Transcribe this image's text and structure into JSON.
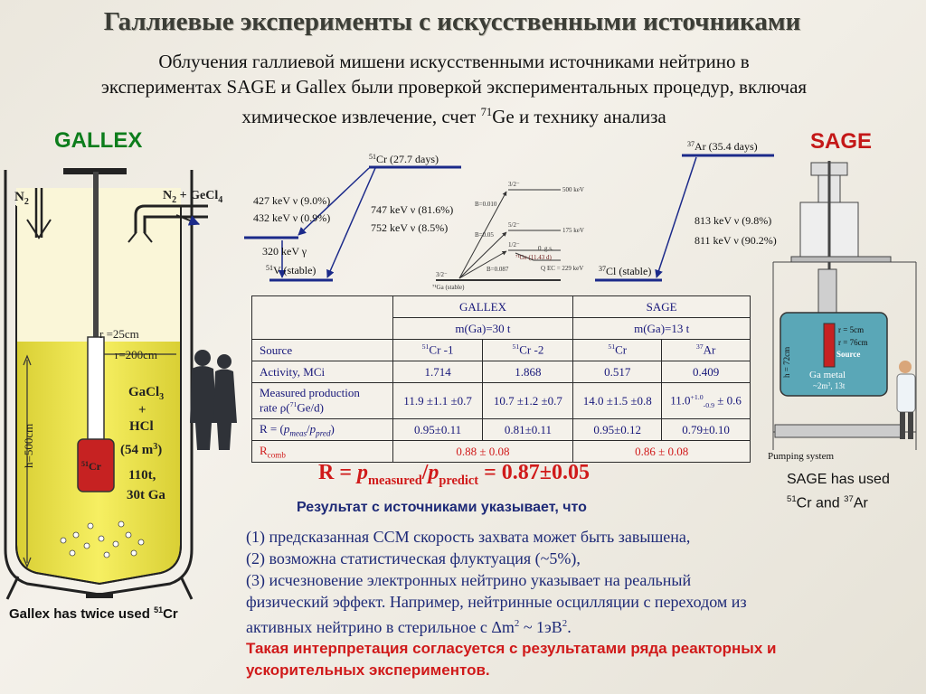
{
  "title": "Галлиевые эксперименты с искусственными источниками",
  "intro_lines": [
    "Облучения галлиевой мишени искусственными источниками нейтрино в",
    "экспериментах SAGE и Gallex были проверкой экспериментальных процедур, включая",
    "химическое извлечение, счет",
    "71",
    "Ge и технику анализа"
  ],
  "gallex_label": "GALLEX",
  "sage_label": "SAGE",
  "gallex_tank": {
    "n2": "N",
    "n2_sub": "2",
    "n2_gecl4": "N",
    "n2_gecl4_mid": "2",
    "n2_gecl4_rest": " + GeCl",
    "n2_gecl4_sub": "4",
    "r_small": "r =25cm",
    "r_big": "r=200cm",
    "height": "h=500cm",
    "contents": [
      "GaCl",
      "3",
      "+",
      "HCl",
      "(54 m",
      "3",
      ")",
      "110t,",
      "30t Ga"
    ],
    "source_label_sup": "51",
    "source_label": "Cr"
  },
  "decay": {
    "cr_sup": "51",
    "cr_level": "Cr (27.7 days)",
    "lines_left": [
      "427 keV ν (9.0%)",
      "432 keV ν (0.9%)"
    ],
    "lines_mid": [
      "747 keV ν (81.6%)",
      "752 keV ν  (8.5%)"
    ],
    "gamma": "320 keV γ",
    "v_sup": "51",
    "v_level": "V (stable)",
    "ar_sup": "37",
    "ar_level": "Ar (35.4 days)",
    "ar_lines": [
      "813 keV ν (9.8%)",
      "811 keV ν (90.2%)"
    ],
    "cl_sup": "37",
    "cl_level": "Cl (stable)",
    "ga_scheme": {
      "levels": [
        "3/2⁻",
        "5/2⁻",
        "1/2⁻",
        "3/2⁻"
      ],
      "energies": [
        "500 keV",
        "175 keV",
        "0",
        "Q"
      ],
      "qec": "EC = 229 keV",
      "branches": [
        "B=0.010",
        "B=0.05",
        "B=0.087"
      ],
      "ge": "⁷¹Ge (11.43 d)",
      "ga": "⁷¹Ga (stable)",
      "gs": "g.s."
    }
  },
  "table": {
    "head": [
      "GALLEX",
      "SAGE"
    ],
    "mass": [
      "m(Ga)=30 t",
      "m(Ga)=13 t"
    ],
    "rows": {
      "source": {
        "label": "Source",
        "cells": [
          [
            "51",
            "Cr -1"
          ],
          [
            "51",
            "Cr -2"
          ],
          [
            "51",
            "Cr"
          ],
          [
            "37",
            "Ar"
          ]
        ]
      },
      "activity": {
        "label": "Activity, MCi",
        "cells": [
          "1.714",
          "1.868",
          "0.517",
          "0.409"
        ]
      },
      "production": {
        "label1": "Measured production",
        "label2a": "rate ρ(",
        "label2sup": "71",
        "label2b": "Ge/d)",
        "cells": [
          "11.9 ±1.1 ±0.7",
          "10.7 ±1.2 ±0.7",
          "14.0 ±1.5 ±0.8"
        ],
        "last": {
          "base": "11.0",
          "sup": "+1.0",
          "sub": "-0.9",
          "rest": " ± 0.6"
        }
      },
      "ratio": {
        "label_a": "R = (",
        "label_b": "p",
        "label_c": "meas",
        "label_d": "/",
        "label_e": "p",
        "label_f": "pred",
        "label_g": ")",
        "cells": [
          "0.95±0.11",
          "0.81±0.11",
          "0.95±0.12",
          "0.79±0.10"
        ]
      },
      "comb": {
        "label": "R",
        "label_sub": "comb",
        "cells": [
          "0.88 ± 0.08",
          "0.86 ± 0.08"
        ]
      }
    }
  },
  "ratio_formula": {
    "a": "R = ",
    "p1": "p",
    "s1": "measured",
    "slash": "/",
    "p2": "p",
    "s2": "predict",
    "b": " = 0.87±0.05"
  },
  "result_head": "Результат с источниками указывает, что",
  "points": [
    "(1) предсказанная ССМ скорость захвата может быть завышена,",
    "(2) возможна статистическая флуктуация (~5%),",
    "(3) исчезновение электронных нейтрино указывает  на реальный",
    "физический эффект. Например, нейтринные осцилляции с переходом из",
    "активных нейтрино в стерильное с Δm",
    "2",
    " ~ 1эВ",
    "2",
    "."
  ],
  "conclusion": [
    "Такая интерпретация согласуется с результатами ряда реакторных и",
    "ускорительных экспериментов."
  ],
  "sage_apparatus": {
    "r1": "r = 5cm",
    "r2": "r = 76cm",
    "h": "h = 72cm",
    "source": "Source",
    "ga_metal": "Ga metal",
    "ga_metal2": "~2m",
    "ga_metal2_sup": "3",
    "ga_metal2_rest": ", 13t",
    "pumping": "Pumping system"
  },
  "sage_note": {
    "l1": "SAGE  has used",
    "sup1": "51",
    "l2a": "Cr and ",
    "sup2": "37",
    "l2b": "Ar"
  },
  "gallex_note": {
    "a": "Gallex has twice used ",
    "sup": "51",
    "b": "Cr"
  },
  "colors": {
    "title": "#3b3d36",
    "gallex_green": "#0d7d1c",
    "sage_red": "#c41818",
    "navy_text": "#1e2a77",
    "level_line": "#1b2a8a",
    "solution": "#f2e94a",
    "sage_liquid": "#5aa7b7",
    "source_red": "#c62222"
  }
}
